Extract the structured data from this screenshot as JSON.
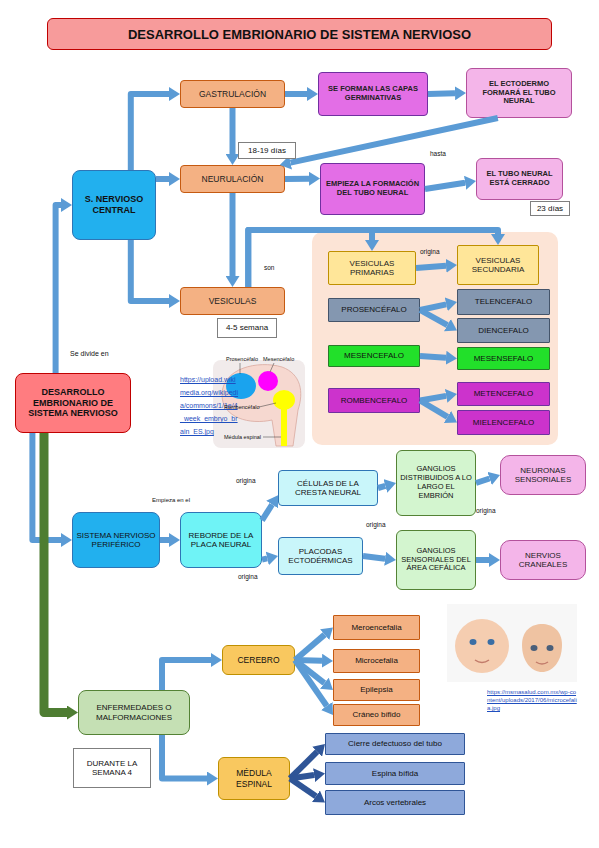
{
  "diagram": {
    "title": "DESARROLLO EMBRIONARIO DE SISTEMA NERVIOSO",
    "nodes": [
      {
        "text": [
          "GASTRULACIÓN"
        ]
      },
      {
        "text": [
          "SE FORMAN LAS CAPAS GERMINATIVAS"
        ]
      },
      {
        "text": [
          "EL ECTODERMO FORMARÁ EL TUBO NEURAL"
        ]
      },
      {
        "text": [
          "S. NERVIOSO CENTRAL"
        ]
      },
      {
        "text": [
          "NEURULACIÓN"
        ]
      },
      {
        "text": [
          "EMPIEZA LA FORMACIÓN DEL TUBO NEURAL"
        ]
      },
      {
        "text": [
          "EL TUBO NEURAL ESTÁ CERRADO"
        ]
      },
      {
        "text": [
          "VESICULAS"
        ]
      },
      {
        "text": [
          "VESICULAS PRIMARIAS"
        ]
      },
      {
        "text": [
          "VESICULAS SECUNDARIA"
        ]
      },
      {
        "text": [
          "PROSENCÉFALO"
        ]
      },
      {
        "text": [
          "TELENCEFALO"
        ]
      },
      {
        "text": [
          "DIENCEFALO"
        ]
      },
      {
        "text": [
          "MESENCEFALO"
        ]
      },
      {
        "text": [
          "MESENSEFALO"
        ]
      },
      {
        "text": [
          "ROMBENCEFALO"
        ]
      },
      {
        "text": [
          "METENCEFALO"
        ]
      },
      {
        "text": [
          "MIELENCEFALO"
        ]
      },
      {
        "text": [
          "DESARROLLO EMBRIONARIO DE SISTEMA NERVIOSO"
        ]
      },
      {
        "text": [
          "SISTEMA NERVIOSO PERIFÉRICO"
        ]
      },
      {
        "text": [
          "REBORDE DE LA PLACA NEURAL"
        ]
      },
      {
        "text": [
          "CÉLULAS DE LA CRESTA NEURAL"
        ]
      },
      {
        "text": [
          "GANGLIOS DISTRIBUIDOS A LO LARGO EL EMBRIÓN"
        ]
      },
      {
        "text": [
          "NEURONAS SENSORIALES"
        ]
      },
      {
        "text": [
          "PLACODAS ECTODÉRMICAS"
        ]
      },
      {
        "text": [
          "GANGLIOS SENSORIALES DEL ÁREA CEFÁLICA"
        ]
      },
      {
        "text": [
          "NERVIOS CRANEALES"
        ]
      },
      {
        "text": [
          "ENFERMEDADES O MALFORMACIONES"
        ]
      },
      {
        "text": [
          "CEREBRO"
        ]
      },
      {
        "text": [
          "Meroencefalia"
        ]
      },
      {
        "text": [
          "Microcefalia"
        ]
      },
      {
        "text": [
          "Epilepsia"
        ]
      },
      {
        "text": [
          "Cráneo bífido"
        ]
      },
      {
        "text": [
          "MÉDULA ESPINAL"
        ]
      },
      {
        "text": [
          "Cierre defectuoso del tubo"
        ]
      },
      {
        "text": [
          "Espina bífida"
        ]
      },
      {
        "text": [
          "Arcos vertebrales"
        ]
      }
    ],
    "edges": [
      {
        "from": 18,
        "to": 3,
        "arrow": "to"
      },
      {
        "from": 3,
        "to": 0,
        "arrow": "to"
      },
      {
        "from": 3,
        "to": 4,
        "arrow": "to"
      },
      {
        "from": 3,
        "to": 7,
        "arrow": "to"
      },
      {
        "from": 0,
        "to": 1,
        "arrow": "to"
      },
      {
        "from": 1,
        "to": 2,
        "arrow": "to"
      },
      {
        "from": 0,
        "to": 4,
        "arrow": "to"
      },
      {
        "from": 2,
        "to": 4,
        "arrow": "to"
      },
      {
        "from": 4,
        "to": 5,
        "arrow": "to"
      },
      {
        "from": 5,
        "to": 6,
        "label": "hasta",
        "arrow": "to"
      },
      {
        "from": 4,
        "to": 7,
        "arrow": "to"
      },
      {
        "from": 7,
        "to": 8,
        "arrow": "to"
      },
      {
        "from": 7,
        "to": 9,
        "arrow": "to"
      },
      {
        "from": 8,
        "to": 9,
        "label": "origina",
        "arrow": "to"
      },
      {
        "from": 10,
        "to": 11,
        "arrow": "to"
      },
      {
        "from": 10,
        "to": 12,
        "arrow": "to"
      },
      {
        "from": 13,
        "to": 14,
        "arrow": "to"
      },
      {
        "from": 15,
        "to": 16,
        "arrow": "to"
      },
      {
        "from": 15,
        "to": 17,
        "arrow": "to"
      },
      {
        "from": 18,
        "to": 19,
        "arrow": "to"
      },
      {
        "from": 19,
        "to": 20,
        "arrow": "to"
      },
      {
        "from": 20,
        "to": 21,
        "label": "origina",
        "arrow": "to"
      },
      {
        "from": 20,
        "to": 24,
        "label": "origina",
        "arrow": "to"
      },
      {
        "from": 21,
        "to": 22,
        "arrow": "to"
      },
      {
        "from": 22,
        "to": 23,
        "label": "origina",
        "arrow": "to"
      },
      {
        "from": 24,
        "to": 25,
        "label": "origina",
        "arrow": "to"
      },
      {
        "from": 25,
        "to": 26,
        "arrow": "to"
      },
      {
        "from": 18,
        "to": 27,
        "arrow": "to"
      },
      {
        "from": 27,
        "to": 28,
        "arrow": "to"
      },
      {
        "from": 27,
        "to": 33,
        "arrow": "to"
      },
      {
        "from": 28,
        "to": 29,
        "arrow": "to"
      },
      {
        "from": 28,
        "to": 30,
        "arrow": "to"
      },
      {
        "from": 28,
        "to": 31,
        "arrow": "to"
      },
      {
        "from": 28,
        "to": 32,
        "arrow": "to"
      },
      {
        "from": 33,
        "to": 34,
        "arrow": "to"
      },
      {
        "from": 33,
        "to": 35,
        "arrow": "to"
      },
      {
        "from": 33,
        "to": 36,
        "arrow": "to"
      }
    ],
    "labels": [
      "18-19 días",
      "23 días",
      "son",
      "Se divide en",
      "4-5 semana",
      "https://upload.wikimedia.org/wikipedia/commons/1/1e/4_week_embryo_brain_ES.jpg",
      "Prosencéfalo",
      "Mesencéfalo",
      "Rombencéfalo",
      "Médula espinal",
      "Empieza en el",
      "DURANTE LA SEMANA 4",
      "https://msmasalud.com.mx/wp-content/uploads/2017/06/microcefalia.jpg"
    ]
  }
}
